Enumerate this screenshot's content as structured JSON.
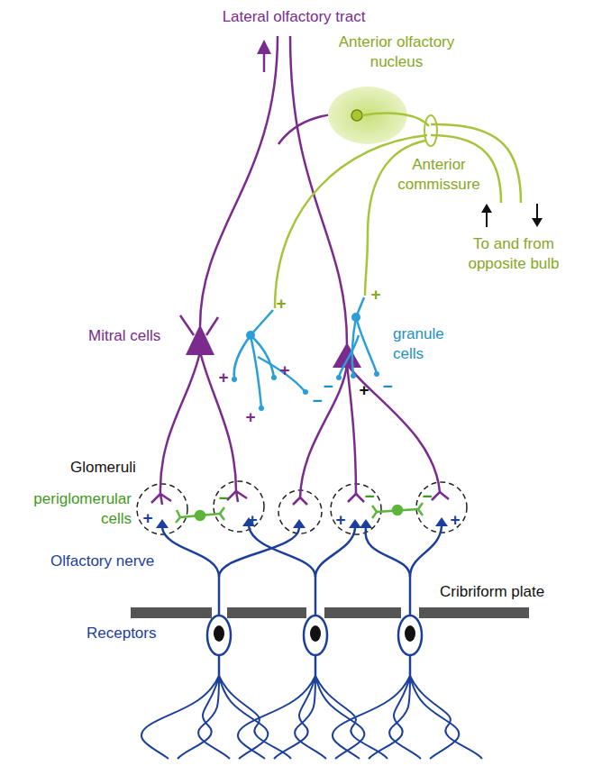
{
  "diagram": {
    "labels": [
      "Lateral olfactory tract",
      "Anterior olfactory nucleus",
      "Anterior commissure",
      "To and from opposite bulb",
      "granule cells",
      "Mitral cells",
      "Glomeruli",
      "periglomerular cells",
      "Olfactory nerve",
      "Cribriform plate",
      "Receptors",
      "+",
      "+",
      "+",
      "+",
      "−",
      "+",
      "−",
      "+",
      "−",
      "+",
      "−",
      "+",
      "+",
      "−",
      "−",
      "+"
    ]
  }
}
